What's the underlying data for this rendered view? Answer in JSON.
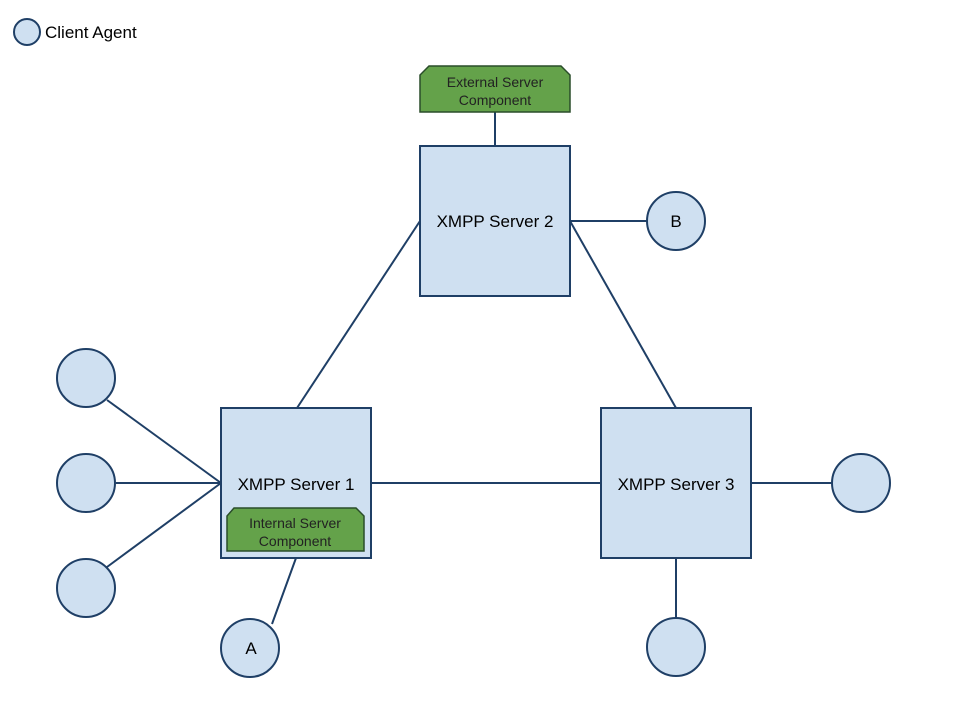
{
  "legend": {
    "label": "Client Agent",
    "icon": "circle-icon"
  },
  "servers": {
    "server1": "XMPP Server 1",
    "server2": "XMPP Server 2",
    "server3": "XMPP Server 3"
  },
  "components": {
    "external": {
      "line1": "External Server",
      "line2": "Component"
    },
    "internal": {
      "line1": "Internal Server",
      "line2": "Component"
    }
  },
  "clients": {
    "a": "A",
    "b": "B"
  },
  "colors": {
    "node_fill": "#cfe0f1",
    "stroke": "#1f3f66",
    "component_fill": "#64a24a",
    "component_stroke": "#2a4d2a"
  }
}
